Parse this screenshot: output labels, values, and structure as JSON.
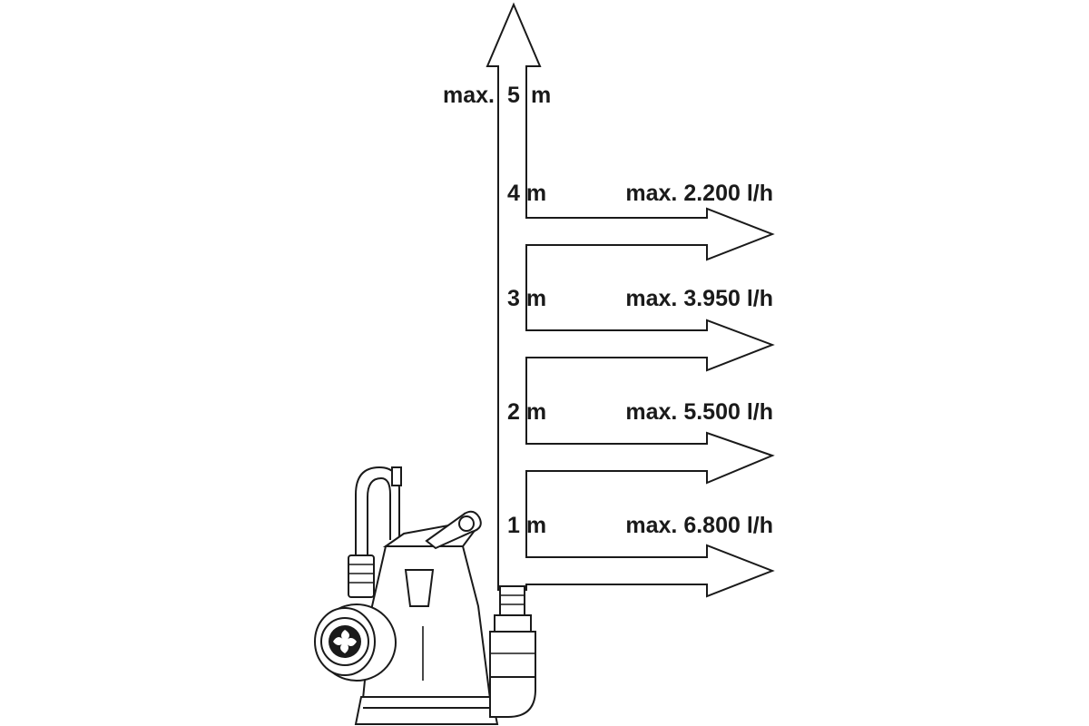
{
  "max_height": {
    "label": "max.",
    "value": "5",
    "unit": "m"
  },
  "levels": [
    {
      "height": "4 m",
      "flow": "max. 2.200 l/h"
    },
    {
      "height": "3 m",
      "flow": "max. 3.950 l/h"
    },
    {
      "height": "2 m",
      "flow": "max. 5.500 l/h"
    },
    {
      "height": "1 m",
      "flow": "max. 6.800 l/h"
    }
  ],
  "icons": {
    "pump": "submersible-pump-icon",
    "impeller": "impeller-icon",
    "vertical_arrow": "arrow-up-icon",
    "flow_arrow": "arrow-right-icon"
  },
  "colors": {
    "ink": "#1a1a1a",
    "background": "#ffffff"
  }
}
